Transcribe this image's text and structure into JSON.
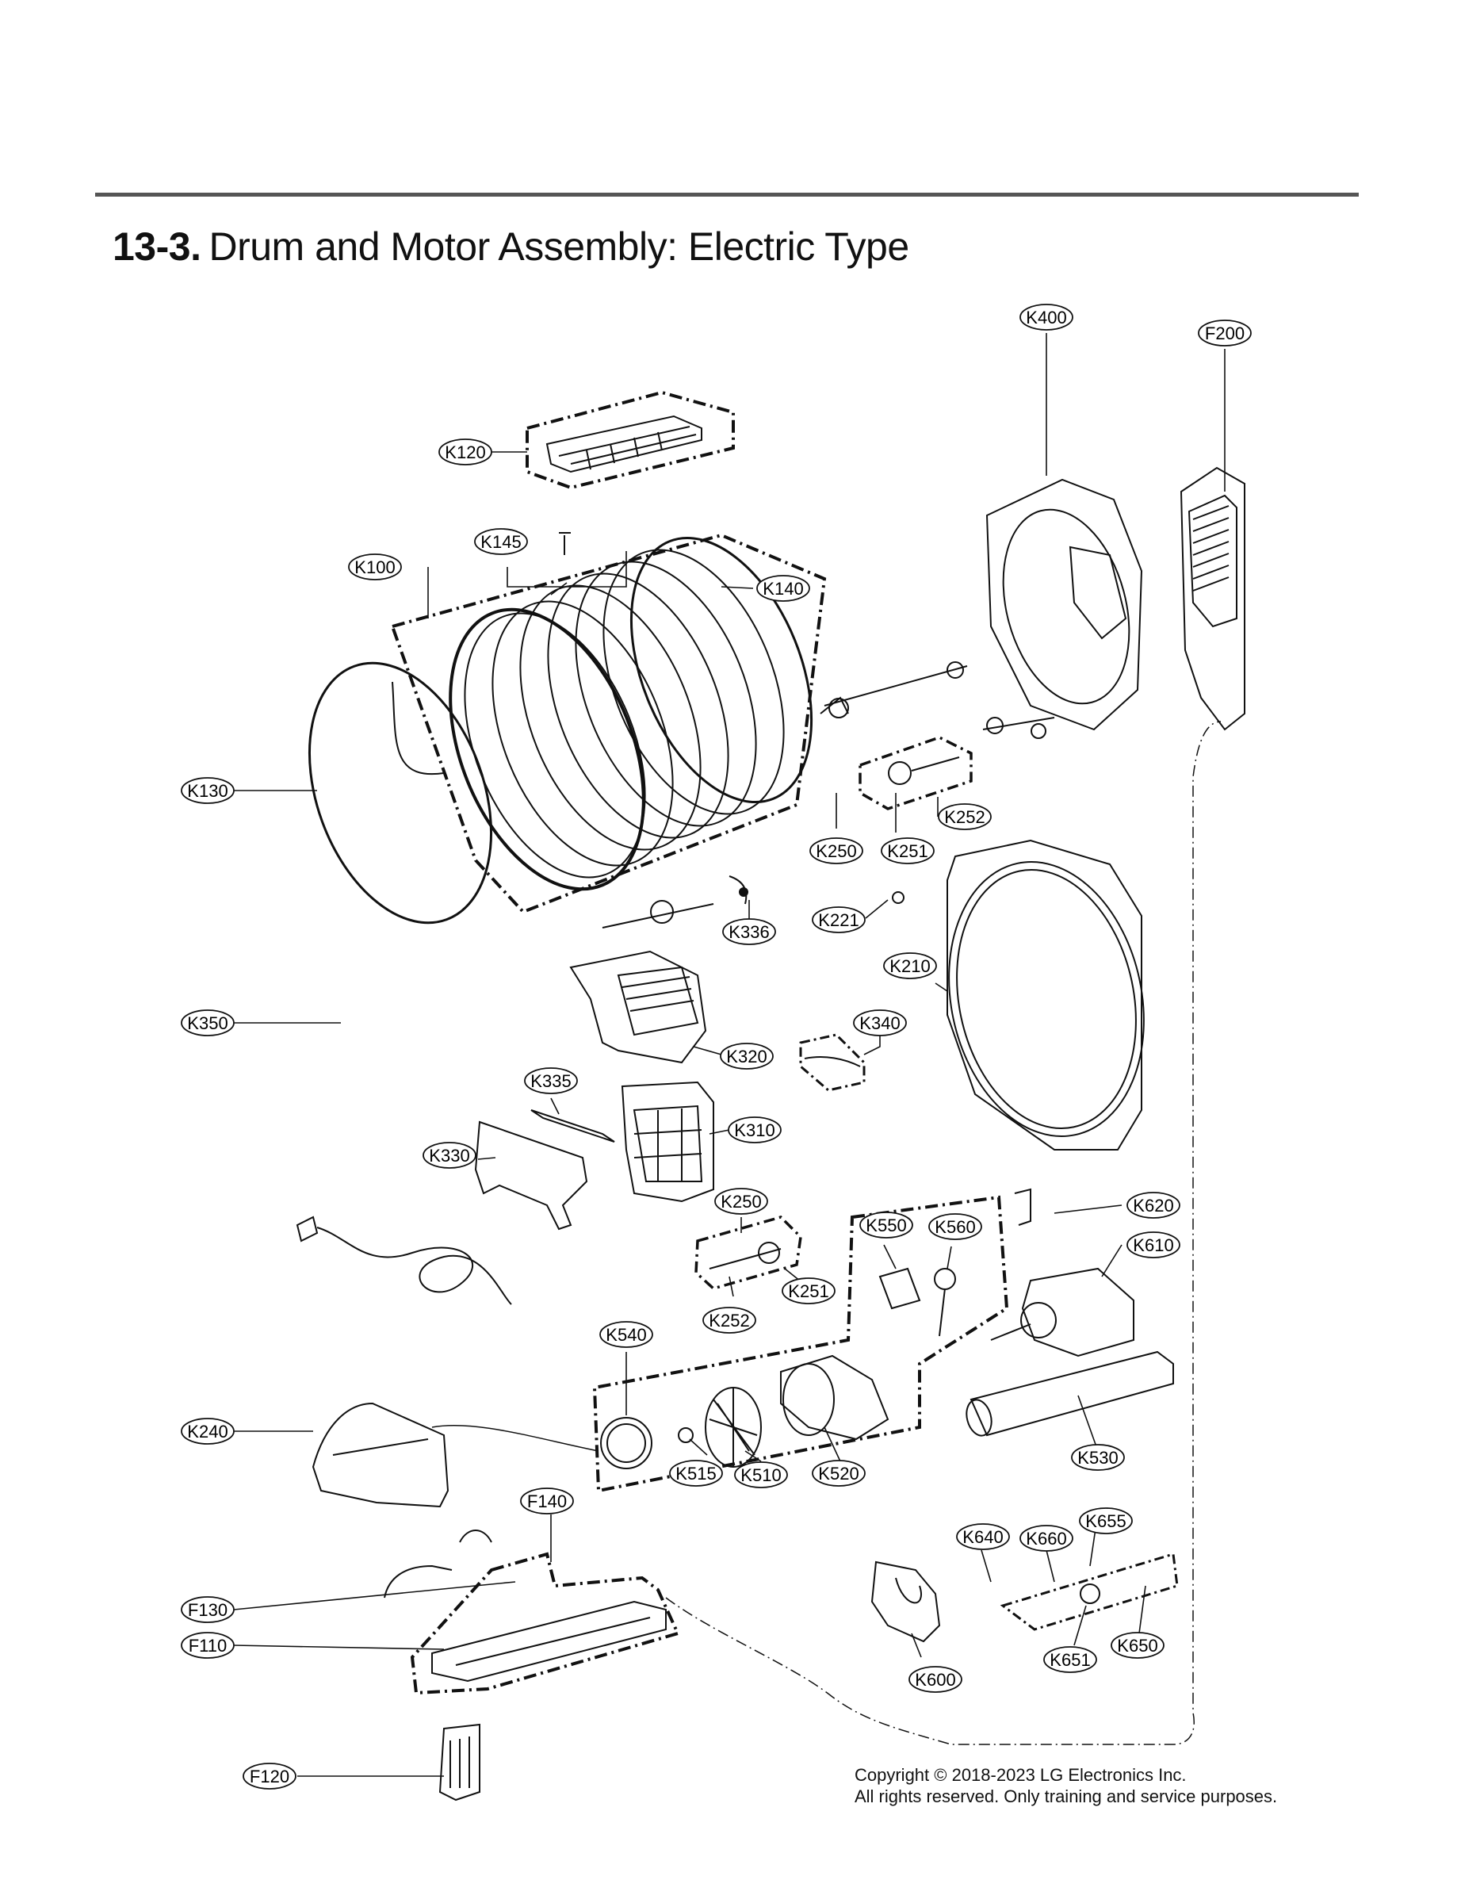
{
  "header": {
    "section_number": "13-3",
    "section_separator": ".",
    "section_title": "Drum and Motor Assembly: Electric Type"
  },
  "footer": {
    "copyright_line1": "Copyright © 2018-2023 LG Electronics Inc.",
    "copyright_line2": "All rights reserved. Only training and service purposes."
  },
  "parts": [
    {
      "id": "k400",
      "label": "K400"
    },
    {
      "id": "f200",
      "label": "F200"
    },
    {
      "id": "k120",
      "label": "K120"
    },
    {
      "id": "k145",
      "label": "K145"
    },
    {
      "id": "k100",
      "label": "K100"
    },
    {
      "id": "k140",
      "label": "K140"
    },
    {
      "id": "k130",
      "label": "K130"
    },
    {
      "id": "k252a",
      "label": "K252"
    },
    {
      "id": "k250a",
      "label": "K250"
    },
    {
      "id": "k251a",
      "label": "K251"
    },
    {
      "id": "k336",
      "label": "K336"
    },
    {
      "id": "k221",
      "label": "K221"
    },
    {
      "id": "k210",
      "label": "K210"
    },
    {
      "id": "k350",
      "label": "K350"
    },
    {
      "id": "k340",
      "label": "K340"
    },
    {
      "id": "k320",
      "label": "K320"
    },
    {
      "id": "k335",
      "label": "K335"
    },
    {
      "id": "k310",
      "label": "K310"
    },
    {
      "id": "k330",
      "label": "K330"
    },
    {
      "id": "k250b",
      "label": "K250"
    },
    {
      "id": "k620",
      "label": "K620"
    },
    {
      "id": "k550",
      "label": "K550"
    },
    {
      "id": "k560",
      "label": "K560"
    },
    {
      "id": "k610",
      "label": "K610"
    },
    {
      "id": "k251b",
      "label": "K251"
    },
    {
      "id": "k252b",
      "label": "K252"
    },
    {
      "id": "k540",
      "label": "K540"
    },
    {
      "id": "k240",
      "label": "K240"
    },
    {
      "id": "k530",
      "label": "K530"
    },
    {
      "id": "k515",
      "label": "K515"
    },
    {
      "id": "k510",
      "label": "K510"
    },
    {
      "id": "k520",
      "label": "K520"
    },
    {
      "id": "f140",
      "label": "F140"
    },
    {
      "id": "k655",
      "label": "K655"
    },
    {
      "id": "k640",
      "label": "K640"
    },
    {
      "id": "k660",
      "label": "K660"
    },
    {
      "id": "f130",
      "label": "F130"
    },
    {
      "id": "f110",
      "label": "F110"
    },
    {
      "id": "k651",
      "label": "K651"
    },
    {
      "id": "k650",
      "label": "K650"
    },
    {
      "id": "k600",
      "label": "K600"
    },
    {
      "id": "f120",
      "label": "F120"
    }
  ]
}
